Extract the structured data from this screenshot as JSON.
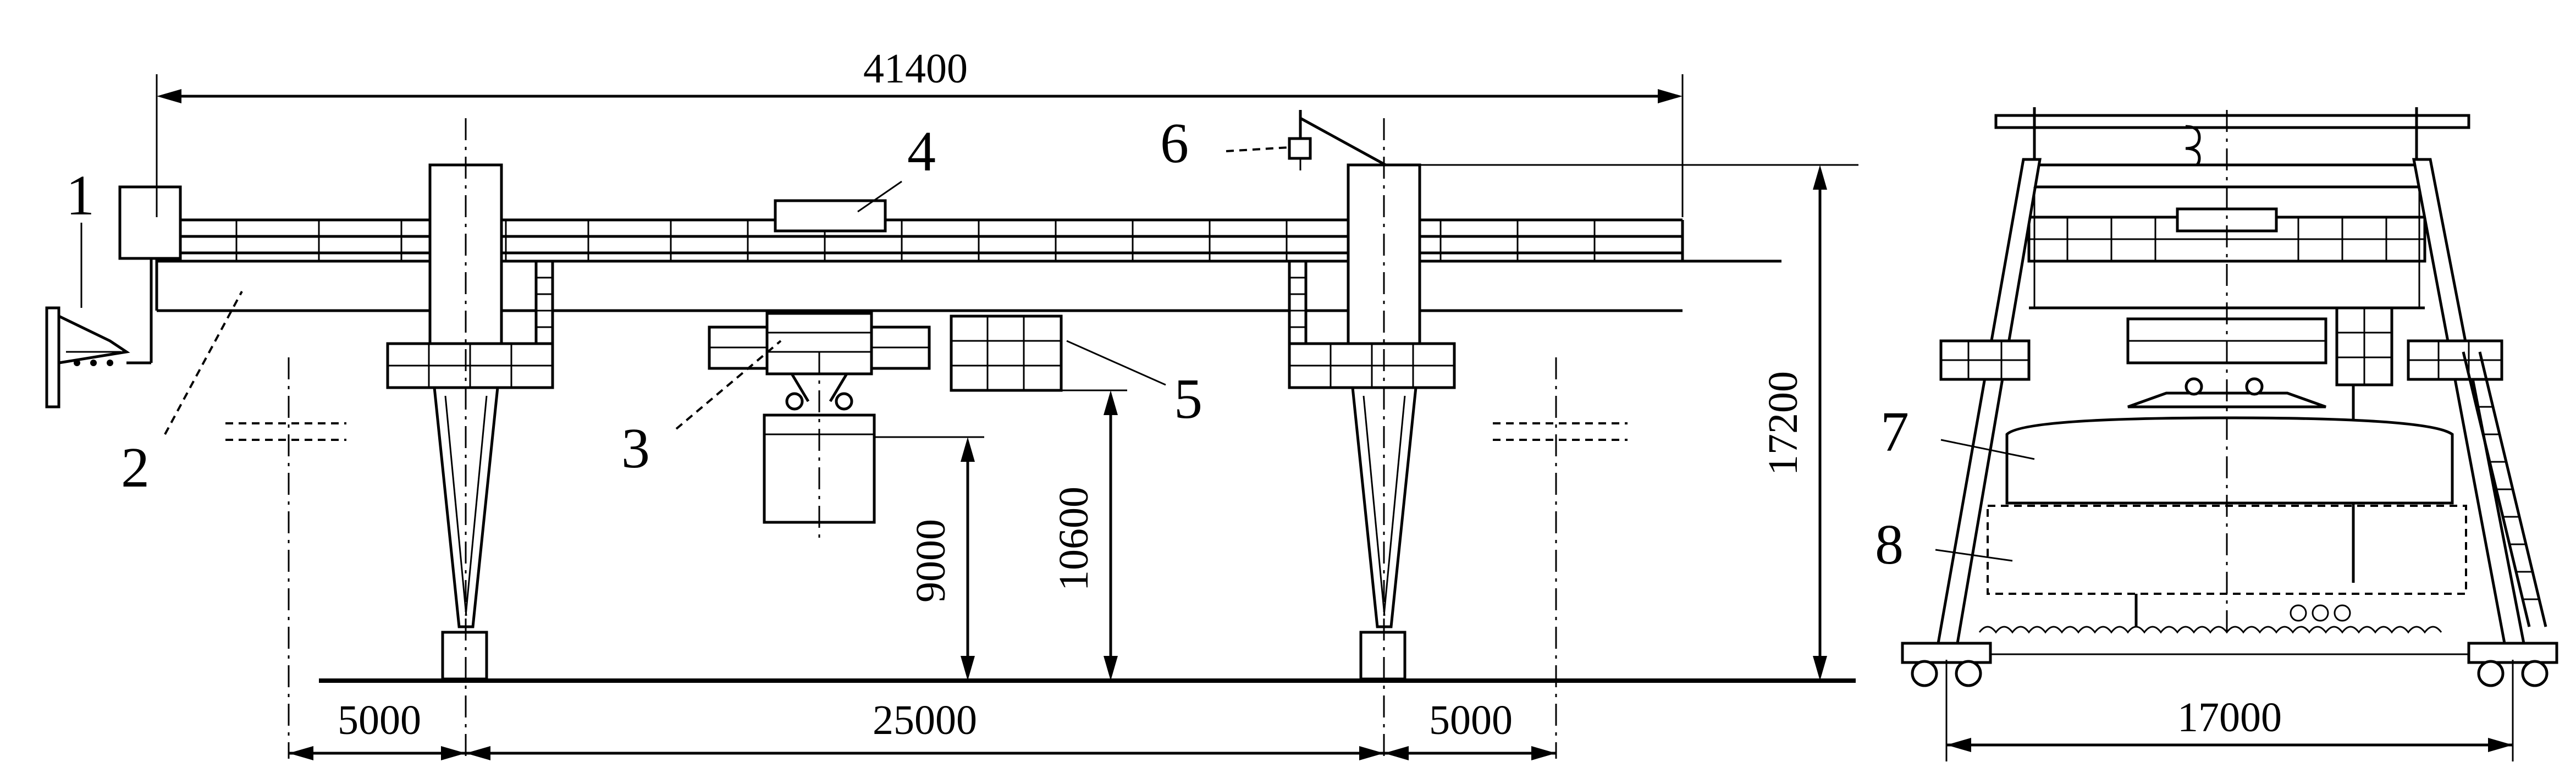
{
  "dimensions": {
    "overall_span": "41400",
    "left_cantilever": "5000",
    "main_span": "25000",
    "right_cantilever": "5000",
    "lift_height": "9000",
    "trolley_height": "10600",
    "total_height": "17200",
    "track_gauge": "17000"
  },
  "callouts": [
    "1",
    "2",
    "3",
    "4",
    "5",
    "6",
    "7",
    "8"
  ]
}
